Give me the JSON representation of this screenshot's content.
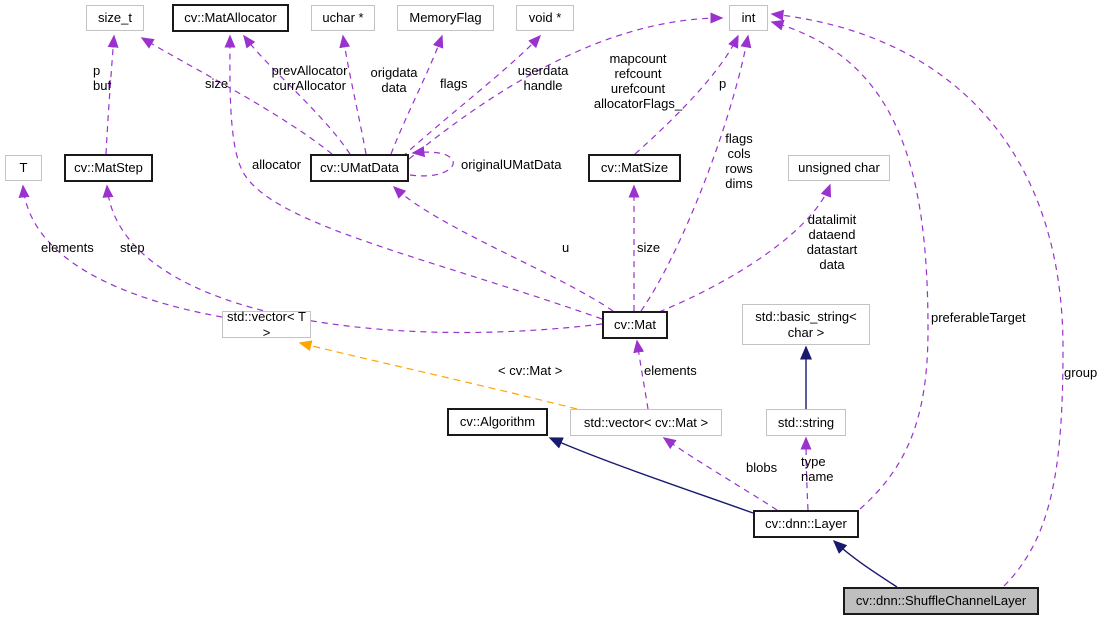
{
  "diagram": {
    "type": "uml-collaboration-graph",
    "main_class": "cv::dnn::ShuffleChannelLayer",
    "colors": {
      "usage_edge": "#9a32cd",
      "inheritance_edge": "#191970",
      "template_edge": "#ffa500",
      "node_border": "#c3c3c3",
      "class_node_border": "#1a1a1a",
      "main_node_fill": "#bfbfbf",
      "background": "#ffffff"
    },
    "nodes": [
      {
        "label": "size_t"
      },
      {
        "label": "cv::MatAllocator"
      },
      {
        "label": "uchar *"
      },
      {
        "label": "MemoryFlag"
      },
      {
        "label": "void *"
      },
      {
        "label": "int"
      },
      {
        "label": "T"
      },
      {
        "label": "cv::MatStep"
      },
      {
        "label": "cv::UMatData"
      },
      {
        "label": "cv::MatSize"
      },
      {
        "label": "unsigned char"
      },
      {
        "label": "std::vector< T >"
      },
      {
        "label": "cv::Mat"
      },
      {
        "label": "std::basic_string<\nchar >"
      },
      {
        "label": "cv::Algorithm"
      },
      {
        "label": "std::vector< cv::Mat >"
      },
      {
        "label": "std::string"
      },
      {
        "label": "cv::dnn::Layer"
      },
      {
        "label": "cv::dnn::ShuffleChannelLayer"
      }
    ],
    "labels": [
      {
        "text": "p\nbuf"
      },
      {
        "text": "size"
      },
      {
        "text": "prevAllocator\ncurrAllocator"
      },
      {
        "text": "origdata\ndata"
      },
      {
        "text": "flags"
      },
      {
        "text": "userdata\nhandle"
      },
      {
        "text": "mapcount\nrefcount\nurefcount\nallocatorFlags_"
      },
      {
        "text": "p"
      },
      {
        "text": "flags\ncols\nrows\ndims"
      },
      {
        "text": "allocator"
      },
      {
        "text": "originalUMatData"
      },
      {
        "text": "elements"
      },
      {
        "text": "step"
      },
      {
        "text": "u"
      },
      {
        "text": "size"
      },
      {
        "text": "datalimit\ndataend\ndatastart\ndata"
      },
      {
        "text": "< cv::Mat >"
      },
      {
        "text": "elements"
      },
      {
        "text": "blobs"
      },
      {
        "text": "type\nname"
      },
      {
        "text": "preferableTarget"
      },
      {
        "text": "group"
      }
    ]
  }
}
